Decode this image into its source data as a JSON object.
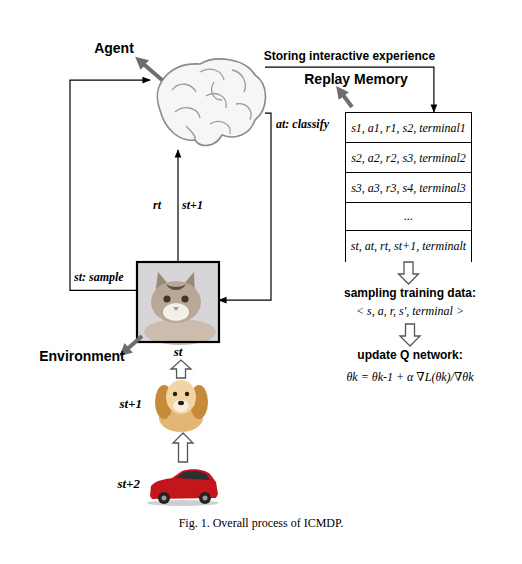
{
  "diagram": {
    "caption": "Fig. 1. Overall process of ICMDP.",
    "nodes": [
      {
        "text": [
          "Agent"
        ]
      },
      {
        "text": [
          "Replay Memory"
        ]
      },
      {
        "text": [
          "s1, a1, r1, s2, terminal1"
        ],
        "in": 1
      },
      {
        "text": [
          "s2, a2, r2, s3, terminal2"
        ],
        "in": 1
      },
      {
        "text": [
          "s3, a3, r3, s4, terminal3"
        ],
        "in": 1
      },
      {
        "text": [
          "..."
        ],
        "in": 1
      },
      {
        "text": [
          "st, at, rt, st+1, terminalt"
        ],
        "in": 1
      },
      {
        "text": [
          "st",
          "Environment"
        ]
      },
      {
        "text": [
          "st+1"
        ]
      },
      {
        "text": [
          "st+2"
        ]
      },
      {
        "text": [
          "sampling training data:",
          "< s, a, r, s', terminal >"
        ]
      },
      {
        "text": [
          "update Q network:",
          "θk = θk-1 + α ∇L(θk)/∇θk"
        ]
      }
    ],
    "edges": [
      {
        "from": 0,
        "to": 1,
        "arrow": "to",
        "label": "Storing interactive experience"
      },
      {
        "from": 0,
        "to": 7,
        "arrow": "to",
        "label": "at: classify"
      },
      {
        "from": 7,
        "to": 0,
        "arrow": "to",
        "label": "rt st+1"
      },
      {
        "from": 7,
        "to": 0,
        "arrow": "to",
        "label": "st: sample"
      },
      {
        "from": 9,
        "to": 8,
        "arrow": "to"
      },
      {
        "from": 8,
        "to": 7,
        "arrow": "to"
      },
      {
        "from": 1,
        "to": 10,
        "arrow": "to"
      },
      {
        "from": 10,
        "to": 11,
        "arrow": "to"
      }
    ]
  }
}
